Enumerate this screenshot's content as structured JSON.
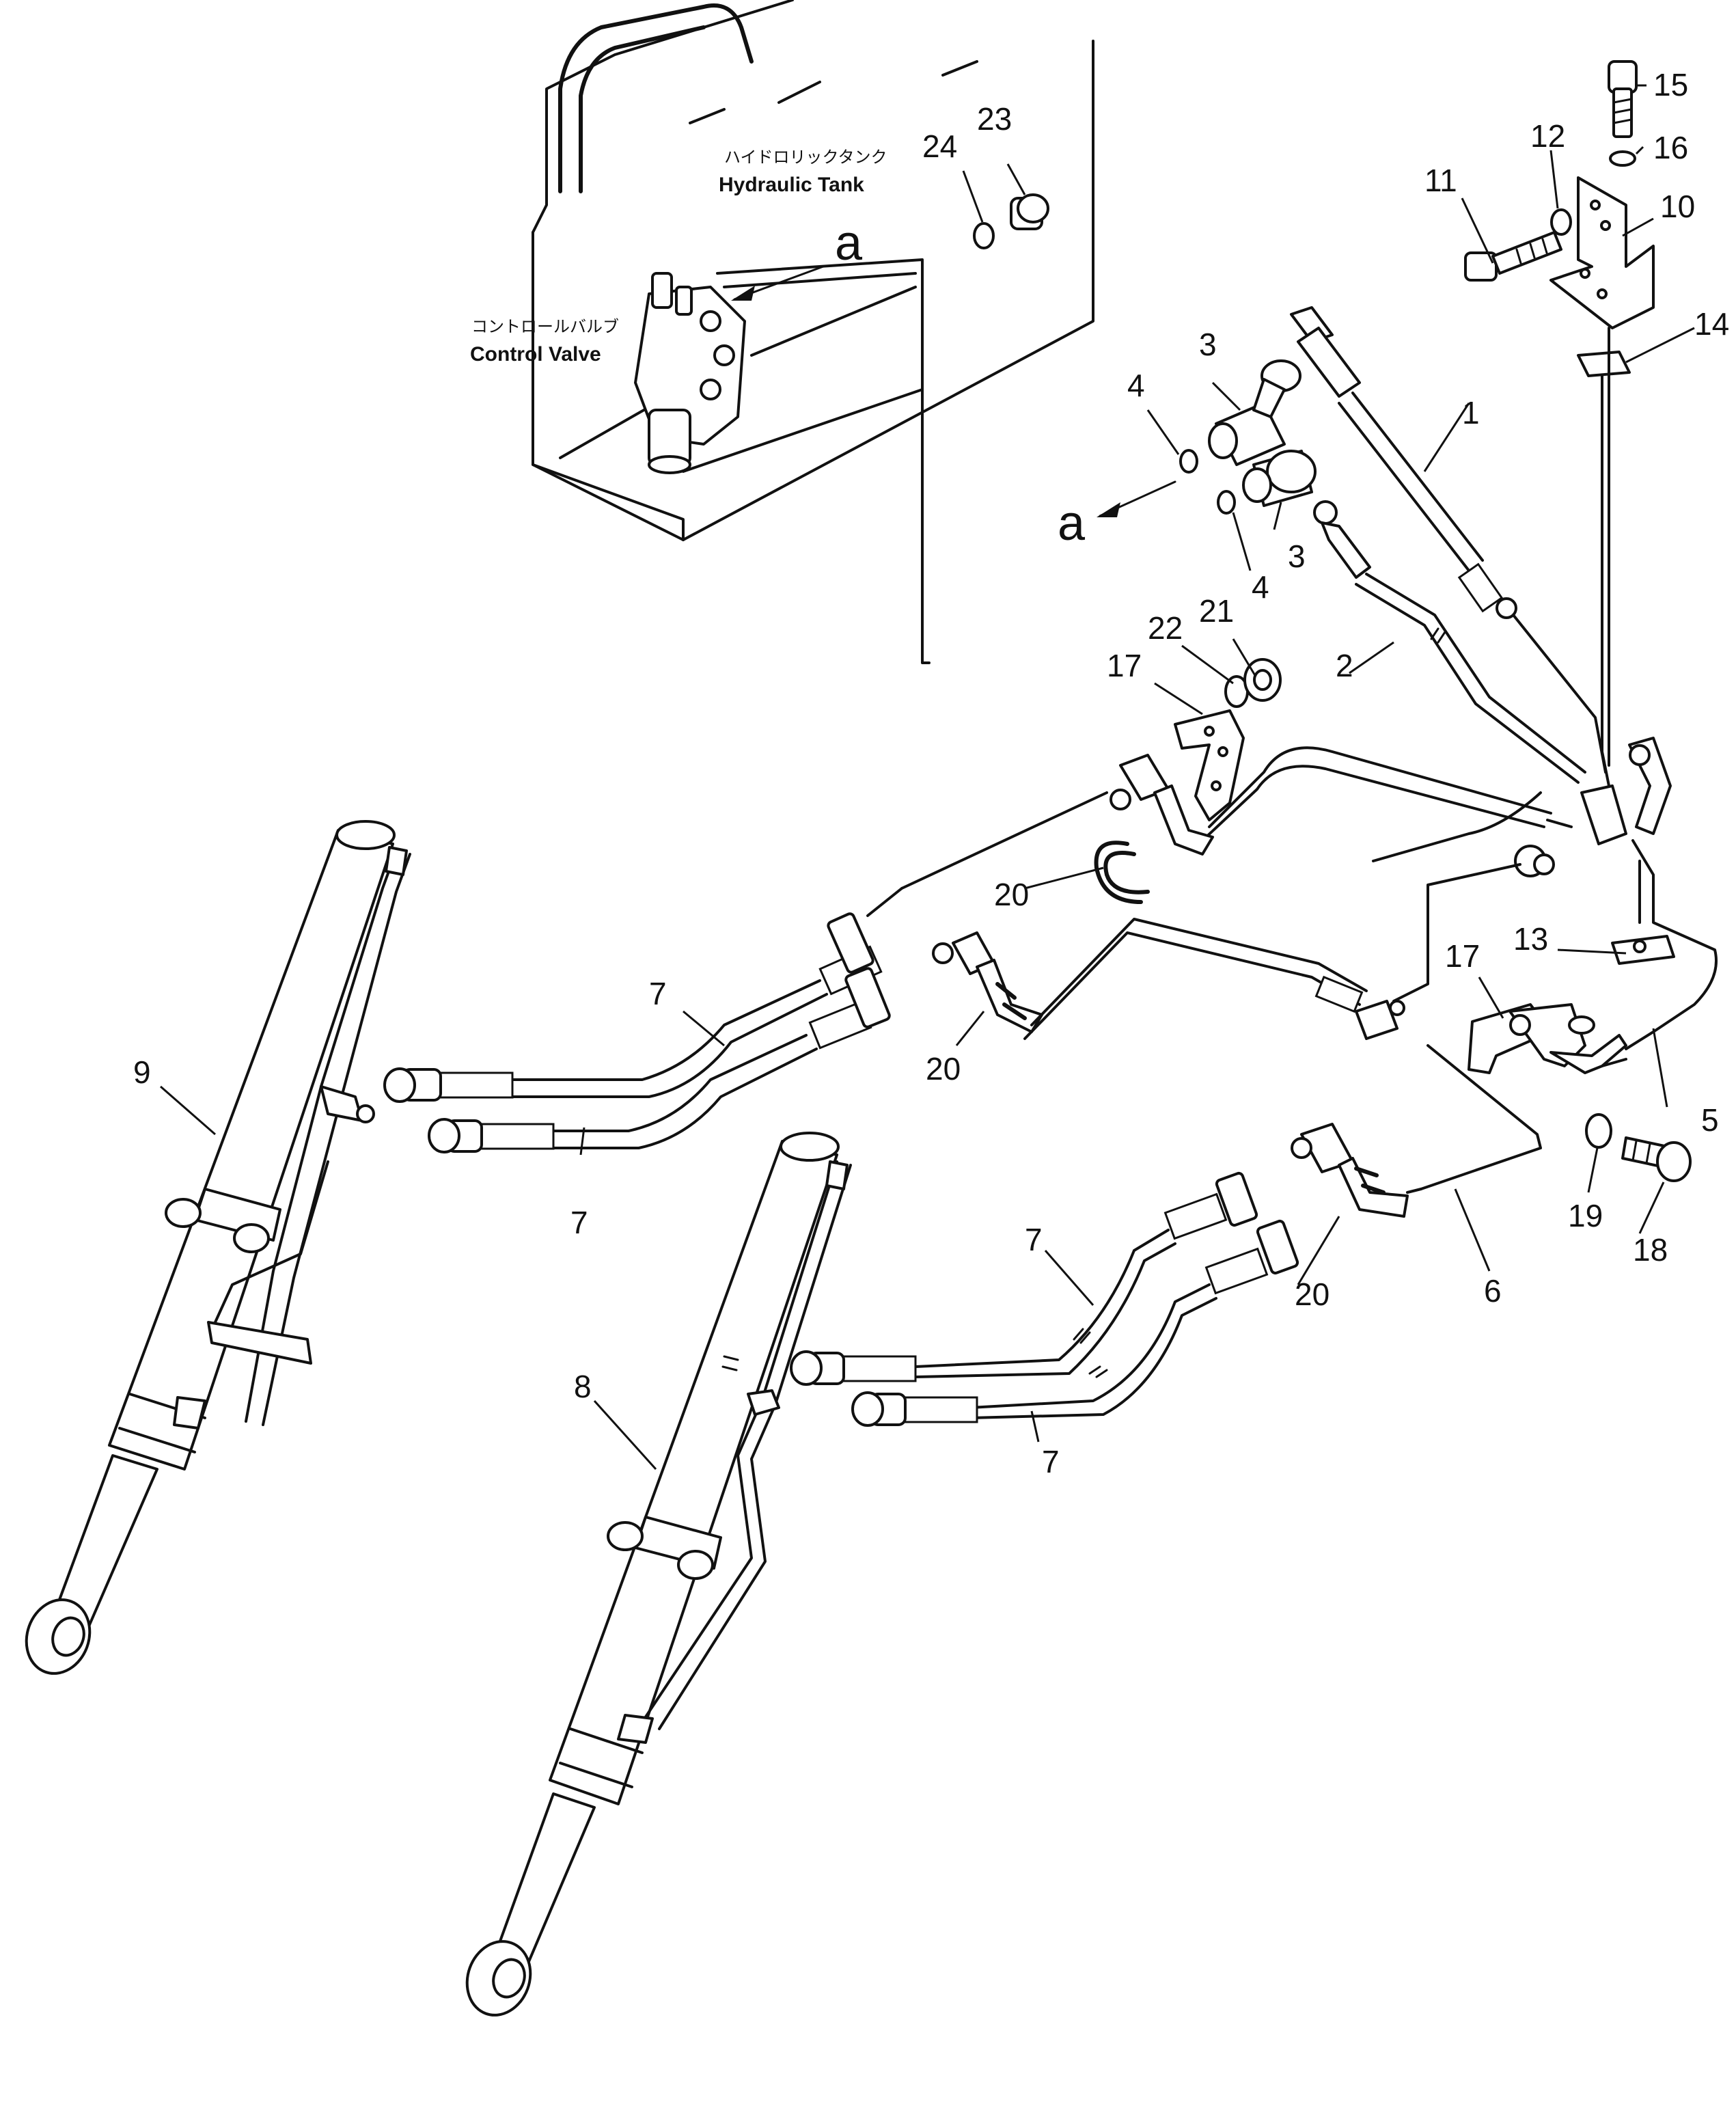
{
  "labels": {
    "hydraulic_tank_jp": "ハイドロリックタンク",
    "hydraulic_tank_en": "Hydraulic  Tank",
    "control_valve_jp": "コントロールバルブ",
    "control_valve_en": "Control  Valve",
    "view_marker": "a"
  },
  "callouts": [
    "1",
    "2",
    "3",
    "4",
    "5",
    "6",
    "7",
    "8",
    "9",
    "10",
    "11",
    "12",
    "13",
    "14",
    "15",
    "16",
    "17",
    "18",
    "19",
    "20",
    "21",
    "22",
    "23",
    "24"
  ]
}
